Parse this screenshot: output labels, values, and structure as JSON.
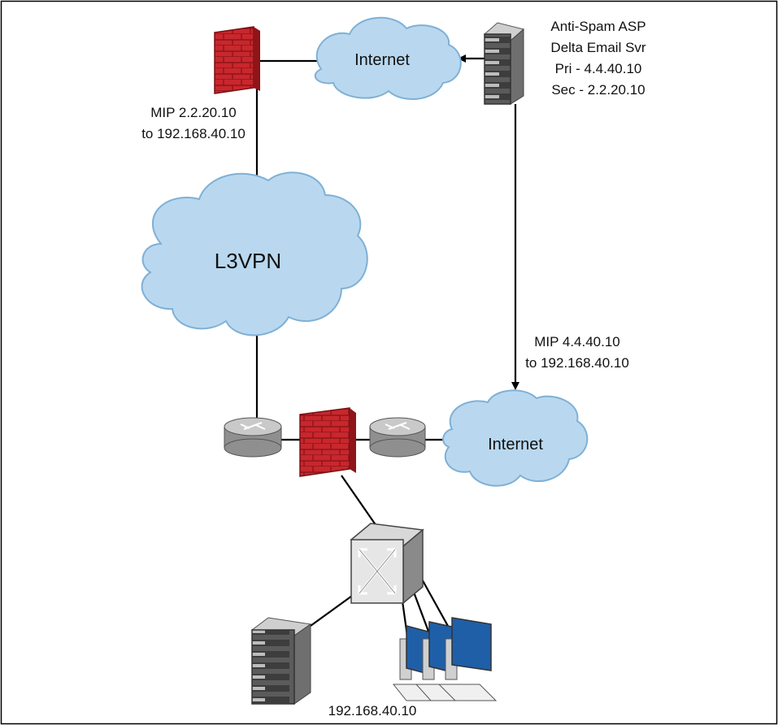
{
  "clouds": {
    "internet_top": "Internet",
    "l3vpn": "L3VPN",
    "internet_bottom": "Internet"
  },
  "labels": {
    "asp_lines": [
      "Anti-Spam ASP",
      "Delta Email Svr",
      "Pri - 4.4.40.10",
      "Sec - 2.2.20.10"
    ],
    "mip_top_lines": [
      "MIP 2.2.20.10",
      "to 192.168.40.10"
    ],
    "mip_bottom_lines": [
      "MIP 4.4.40.10",
      "to 192.168.40.10"
    ],
    "server_ip": "192.168.40.10"
  },
  "colors": {
    "cloud_fill": "#b9d8ef",
    "cloud_stroke": "#7fb0d6",
    "brick": "#c8272d",
    "router_body": "#9a9a9a",
    "screen": "#1f5fa8"
  },
  "icons": [
    "firewall-icon",
    "cloud-icon",
    "server-icon",
    "router-icon",
    "switch-icon",
    "workstation-icon"
  ]
}
